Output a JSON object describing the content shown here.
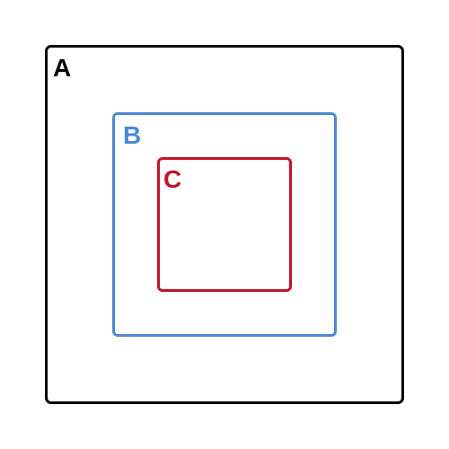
{
  "boxes": [
    {
      "id": "a",
      "label": "A",
      "color": "#000000"
    },
    {
      "id": "b",
      "label": "B",
      "color": "#4a8ad3"
    },
    {
      "id": "c",
      "label": "C",
      "color": "#c0142b"
    }
  ]
}
